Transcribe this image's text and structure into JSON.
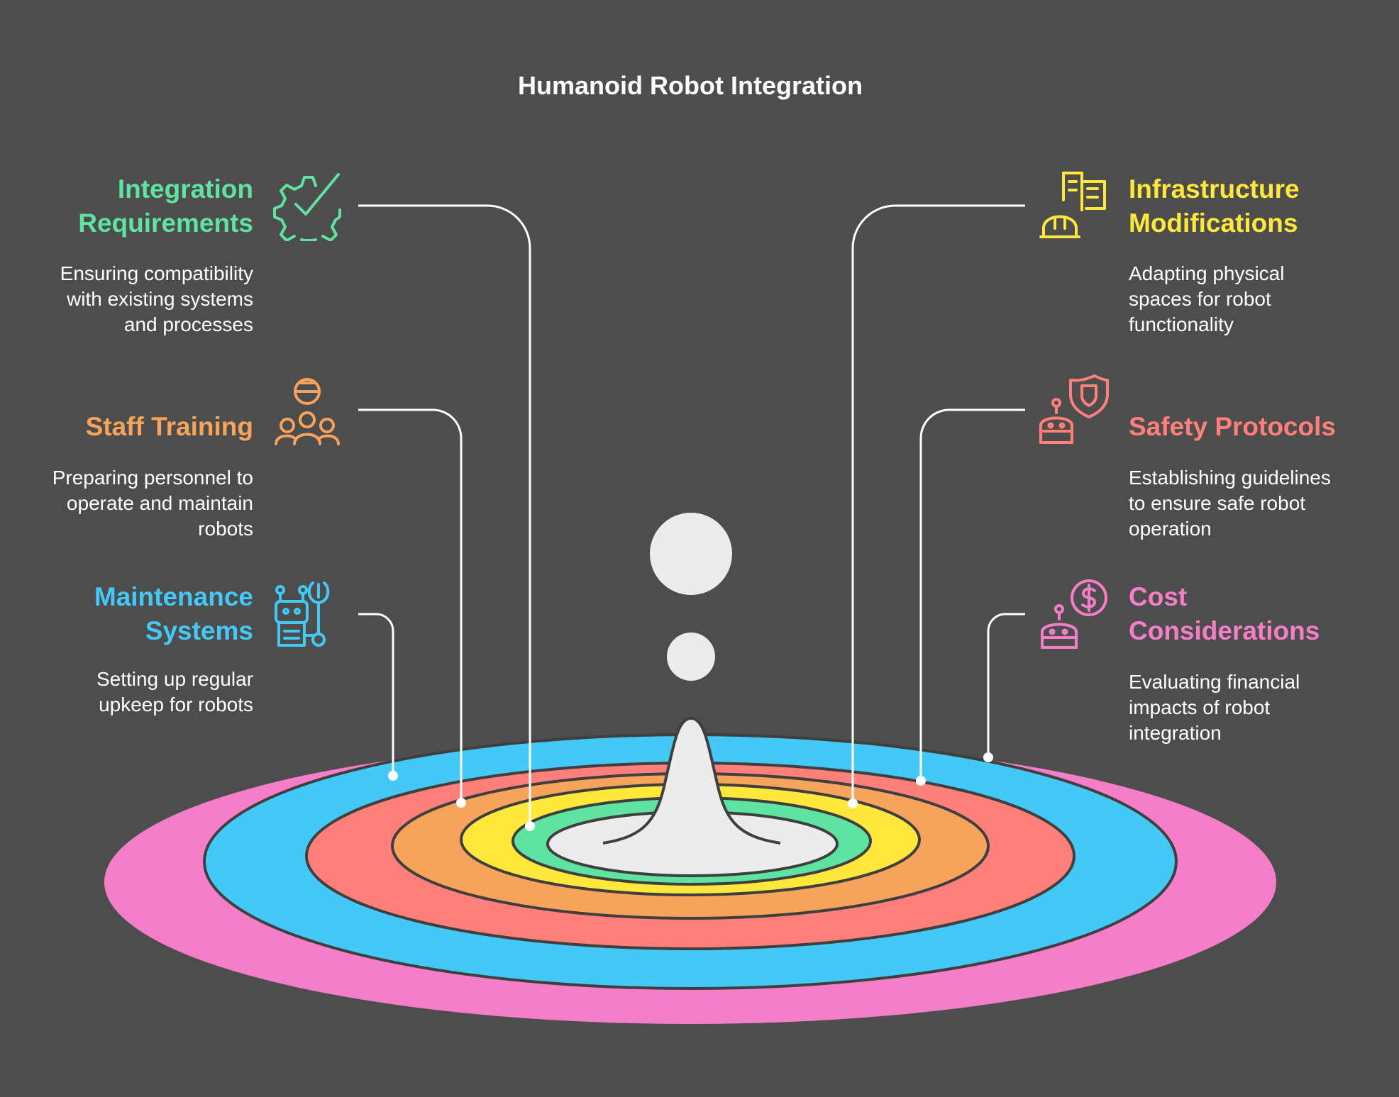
{
  "title": "Humanoid Robot Integration",
  "items": [
    {
      "heading": "Integration Requirements",
      "heading_lines": [
        "Integration",
        "Requirements"
      ],
      "description_lines": [
        "Ensuring compatibility",
        "with existing systems",
        "and processes"
      ],
      "color": "#5ee3a1",
      "icon": "gear-check-icon"
    },
    {
      "heading": "Staff Training",
      "heading_lines": [
        "Staff Training"
      ],
      "description_lines": [
        "Preparing personnel to",
        "operate and maintain",
        "robots"
      ],
      "color": "#f7a35c",
      "icon": "people-group-icon"
    },
    {
      "heading": "Maintenance Systems",
      "heading_lines": [
        "Maintenance",
        "Systems"
      ],
      "description_lines": [
        "Setting up regular",
        "upkeep for robots"
      ],
      "color": "#44c8f5",
      "icon": "robot-wrench-icon"
    },
    {
      "heading": "Infrastructure Modifications",
      "heading_lines": [
        "Infrastructure",
        "Modifications"
      ],
      "description_lines": [
        "Adapting physical",
        "spaces for robot",
        "functionality"
      ],
      "color": "#ffe83b",
      "icon": "building-hardhat-icon"
    },
    {
      "heading": "Safety Protocols",
      "heading_lines": [
        "Safety Protocols"
      ],
      "description_lines": [
        "Establishing guidelines",
        "to ensure safe robot",
        "operation"
      ],
      "color": "#ff7f7a",
      "icon": "robot-shield-icon"
    },
    {
      "heading": "Cost Considerations",
      "heading_lines": [
        "Cost",
        "Considerations"
      ],
      "description_lines": [
        "Evaluating financial",
        "impacts of robot",
        "integration"
      ],
      "color": "#f57ec8",
      "icon": "robot-dollar-icon"
    }
  ],
  "rings": [
    {
      "label": "Cost Considerations",
      "color": "#f57ec8"
    },
    {
      "label": "Maintenance Systems",
      "color": "#44c8f5"
    },
    {
      "label": "Safety Protocols",
      "color": "#ff7f7a"
    },
    {
      "label": "Staff Training",
      "color": "#f7a35c"
    },
    {
      "label": "Infrastructure Modifications",
      "color": "#ffe83b"
    },
    {
      "label": "Integration Requirements",
      "color": "#5ee3a1"
    },
    {
      "label": "center",
      "color": "#ececec"
    }
  ]
}
